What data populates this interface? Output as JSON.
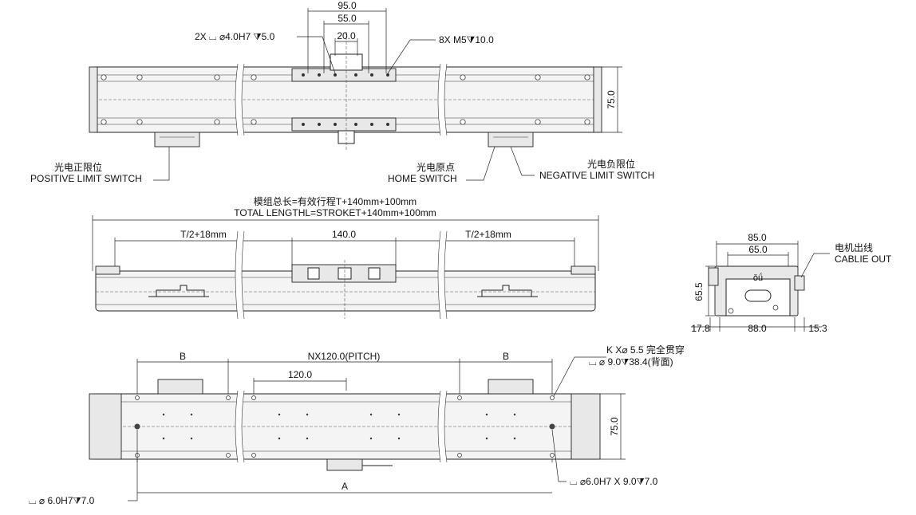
{
  "top_view": {
    "dims": {
      "d95": "95.0",
      "d55": "55.0",
      "d20": "20.0",
      "h75": "75.0"
    },
    "callouts": {
      "pin_holes": "2X ⌴ ⌀4.0H7 ⧩5.0",
      "threads": "8X  M5⧩10.0"
    },
    "positive_limit": {
      "cn": "光电正限位",
      "en": "POSITIVE LIMIT SWITCH"
    },
    "home": {
      "cn": "光电原点",
      "en": "HOME SWITCH"
    },
    "negative_limit": {
      "cn": "光电负限位",
      "en": "NEGATIVE LIMIT SWITCH"
    }
  },
  "side_view": {
    "total_cn": "模组总长=有效行程T+140mm+100mm",
    "total_en": "TOTAL LENGTHL=STROKET+140mm+100mm",
    "left_seg": "T/2+18mm",
    "mid_seg": "140.0",
    "right_seg": "T/2+18mm"
  },
  "end_view": {
    "d85": "85.0",
    "d65": "65.0",
    "h65": "65.5",
    "d17": "17.8",
    "d88": "88.0",
    "d15": "15.3",
    "cable_cn": "电机出线",
    "cable_en": "CABLIE OUT",
    "logo": "ǒǘ"
  },
  "bottom_view": {
    "b_left": "B",
    "pitch": "NX120.0(PITCH)",
    "b_right": "B",
    "d120": "120.0",
    "h75": "75.0",
    "a": "A",
    "through_1": "K X⌀ 5.5 完全贯穿",
    "through_2": "⌴ ⌀ 9.0⧩38.4(背面)",
    "dowel_right": "⌴ ⌀6.0H7 X 9.0⧩7.0",
    "dowel_left": "⌴ ⌀ 6.0H7⧩7.0"
  }
}
